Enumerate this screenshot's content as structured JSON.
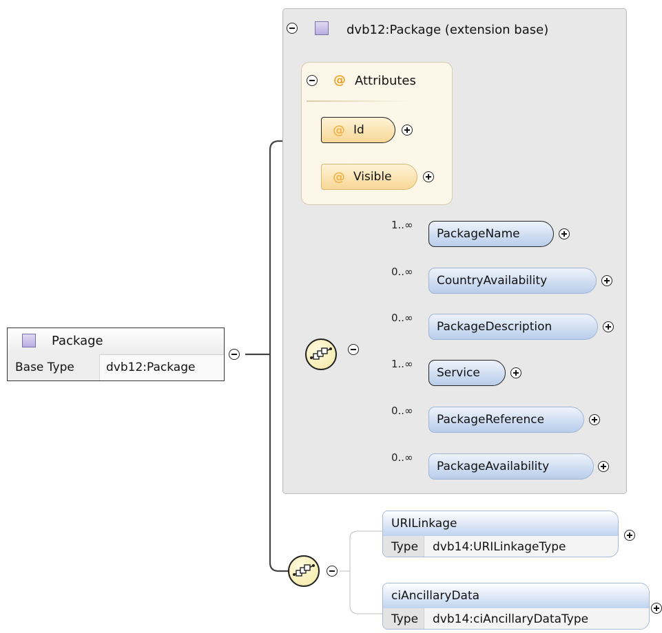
{
  "root": {
    "name": "Package",
    "base_type_label": "Base Type",
    "base_type_value": "dvb12:Package"
  },
  "extension": {
    "title": "dvb12:Package (extension base)"
  },
  "attributes": {
    "title": "Attributes",
    "at_symbol": "@",
    "items": [
      {
        "name": "Id",
        "use": "required"
      },
      {
        "name": "Visible",
        "use": "optional"
      }
    ]
  },
  "sequence_elements": [
    {
      "name": "PackageName",
      "occurs": "1..∞",
      "use": "required"
    },
    {
      "name": "CountryAvailability",
      "occurs": "0..∞",
      "use": "optional"
    },
    {
      "name": "PackageDescription",
      "occurs": "0..∞",
      "use": "optional"
    },
    {
      "name": "Service",
      "occurs": "1..∞",
      "use": "required"
    },
    {
      "name": "PackageReference",
      "occurs": "0..∞",
      "use": "optional"
    },
    {
      "name": "PackageAvailability",
      "occurs": "0..∞",
      "use": "optional"
    }
  ],
  "typed_elements": [
    {
      "name": "URILinkage",
      "type_label": "Type",
      "type_value": "dvb14:URILinkageType"
    },
    {
      "name": "ciAncillaryData",
      "type_label": "Type",
      "type_value": "dvb14:ciAncillaryDataType"
    }
  ],
  "colors": {
    "element_fill": "#b8cdeb",
    "attribute_fill": "#f7d796",
    "attribute_group_fill": "#fdf7ea",
    "extension_fill": "#e8e8e8",
    "sequence_fill": "#f4e7a0",
    "type_icon": "#b9aee0"
  }
}
